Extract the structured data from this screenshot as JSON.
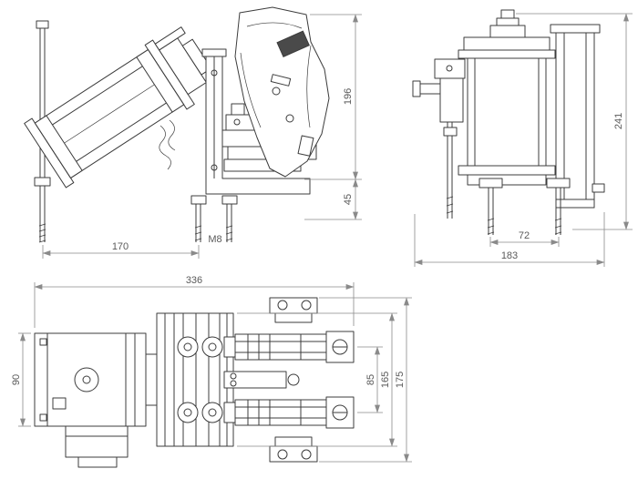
{
  "style": {
    "background": "#ffffff",
    "line_color": "#3c3c3c",
    "dim_line_color": "#8a8a8a",
    "dim_text_color": "#5a5a5a"
  },
  "dimensions": {
    "front_view": {
      "overall_height": "196",
      "base_height": "45",
      "mounting_width": "170",
      "stud_thread": "M8"
    },
    "side_view": {
      "overall_height": "241",
      "stud_spacing": "72",
      "overall_depth": "183"
    },
    "plan_view": {
      "overall_length": "336",
      "drive_height": "90",
      "pole_spacing": "85",
      "frame_height": "165",
      "overall_height": "175"
    }
  }
}
